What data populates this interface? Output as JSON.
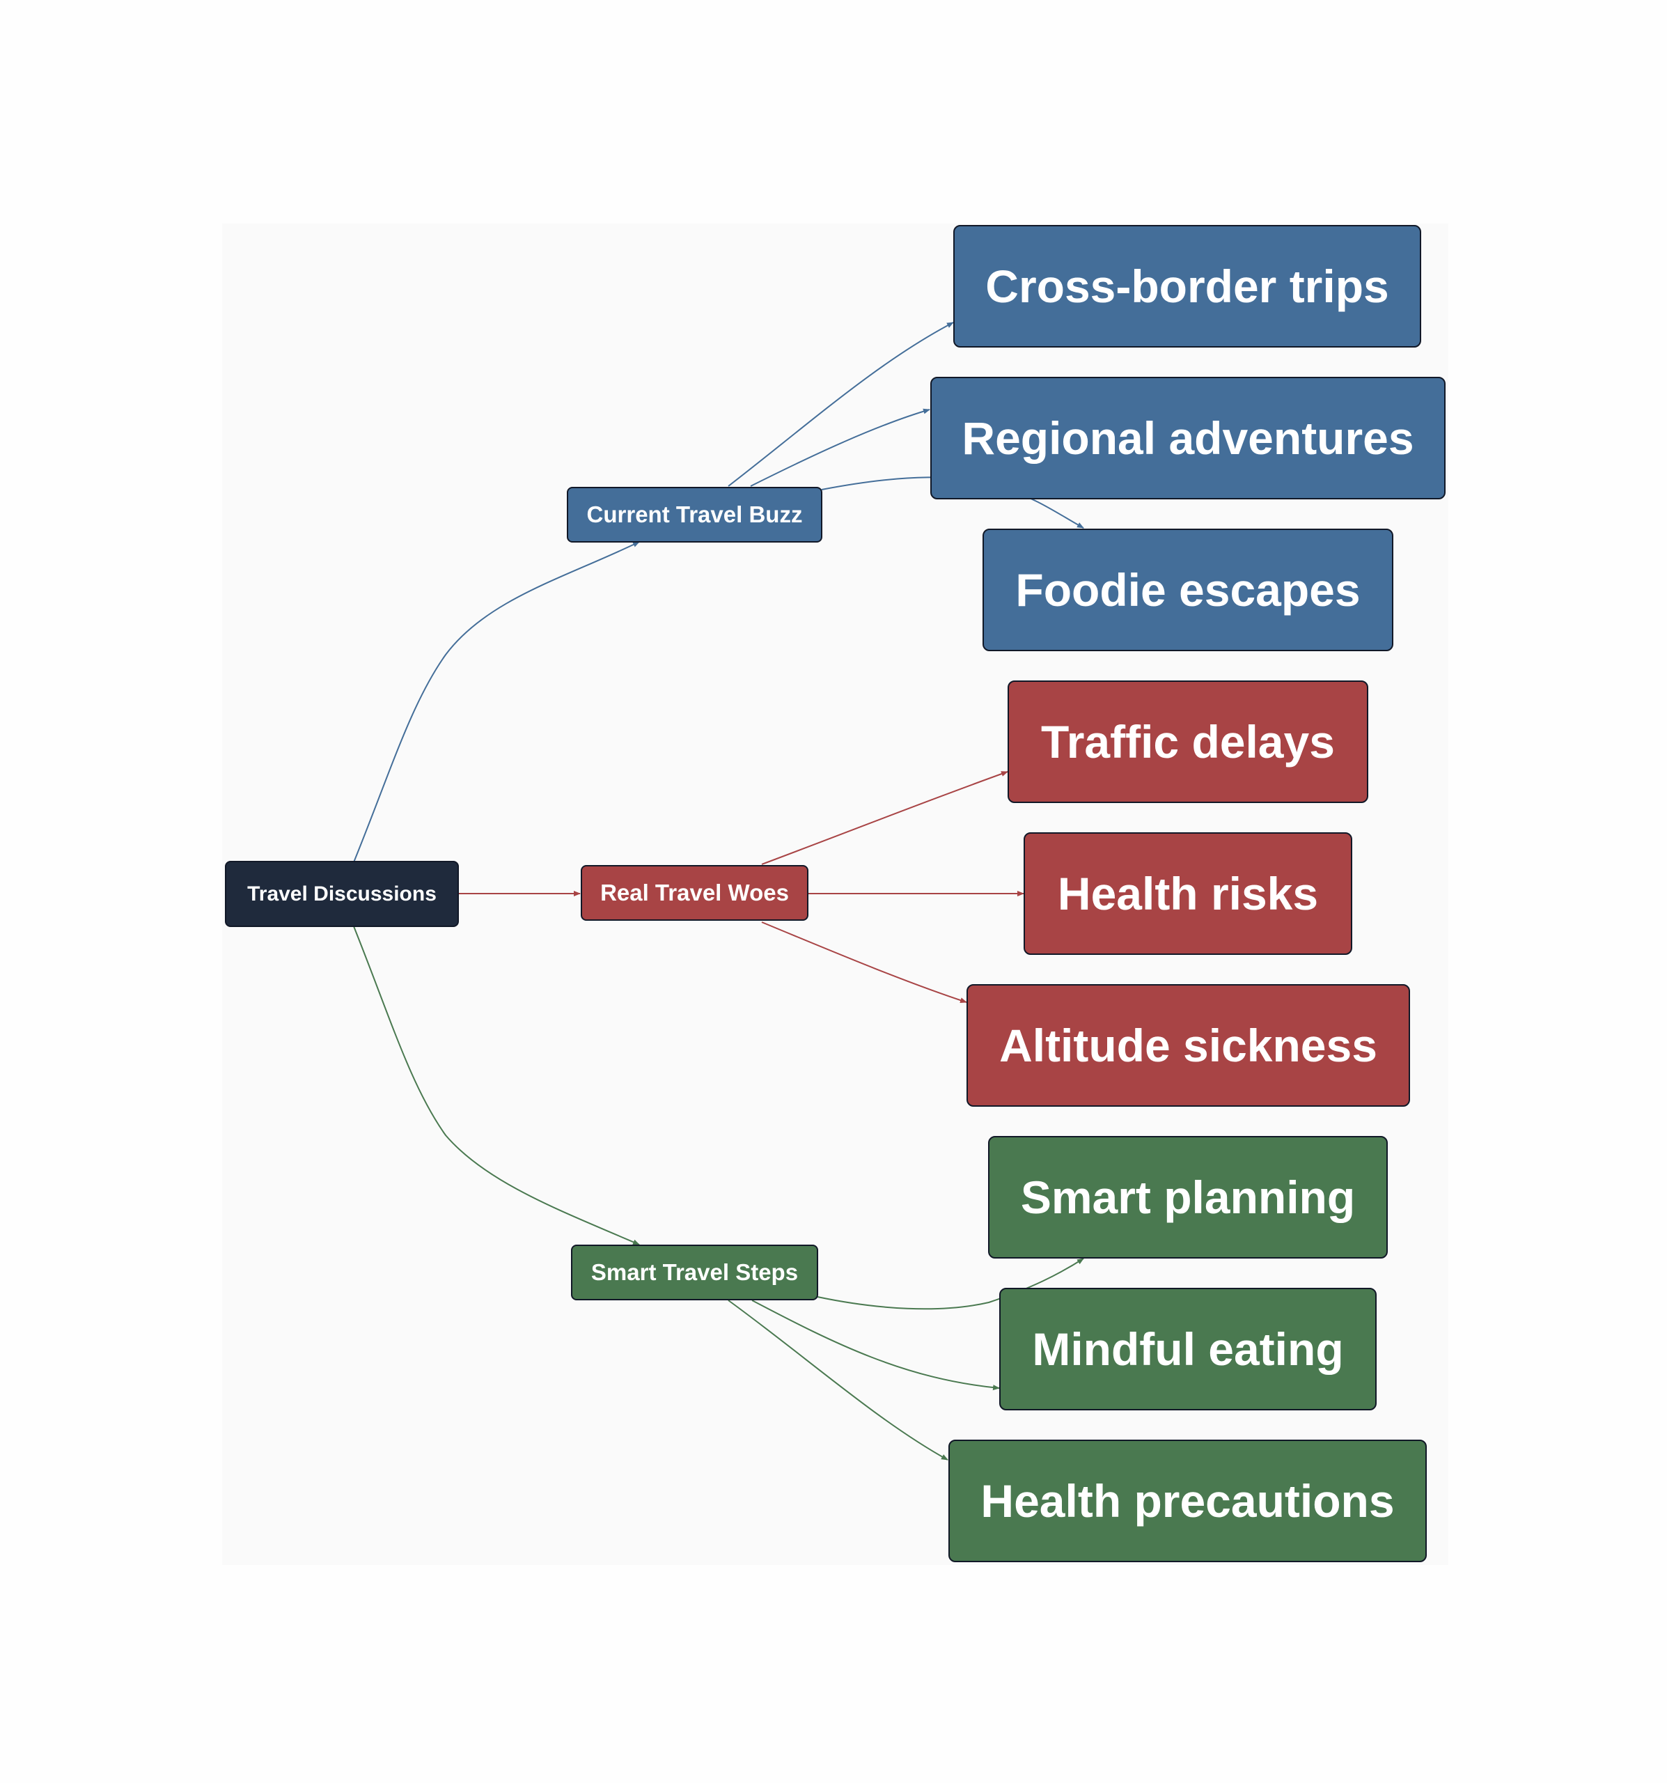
{
  "root": {
    "label": "Travel Discussions"
  },
  "branches": [
    {
      "label": "Current Travel Buzz",
      "color": "#446e99",
      "children": [
        "Cross-border trips",
        "Regional adventures",
        "Foodie escapes"
      ]
    },
    {
      "label": "Real Travel Woes",
      "color": "#a84445",
      "children": [
        "Traffic delays",
        "Health risks",
        "Altitude sickness"
      ]
    },
    {
      "label": "Smart Travel Steps",
      "color": "#4a7950",
      "children": [
        "Smart planning",
        "Mindful eating",
        "Health precautions"
      ]
    }
  ]
}
